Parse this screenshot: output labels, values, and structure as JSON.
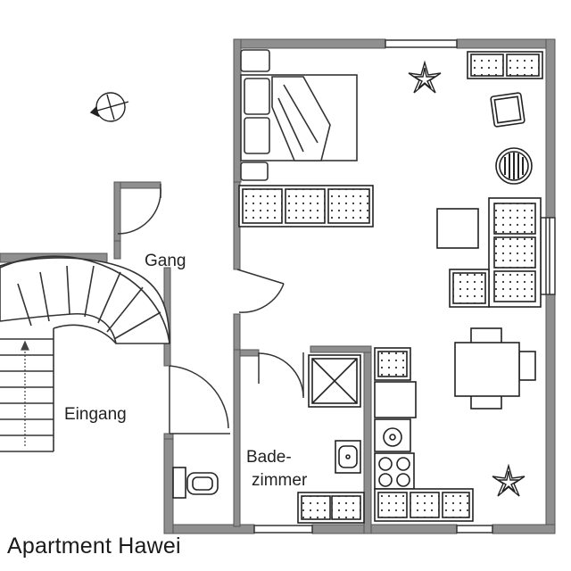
{
  "plan": {
    "caption": "Apartment Hawei",
    "rooms": {
      "gang": "Gang",
      "eingang": "Eingang",
      "bade_line1": "Bade-",
      "bade_line2": "zimmer"
    }
  },
  "colors": {
    "wall": "#8a8a8a",
    "wall_dark": "#5a5a5a",
    "line": "#222222",
    "fill_light": "#ffffff"
  },
  "icons": [
    "compass-icon",
    "plant-icon",
    "stair-arrow-icon"
  ]
}
